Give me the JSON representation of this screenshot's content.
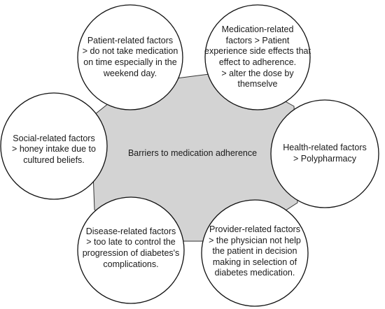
{
  "diagram": {
    "center": {
      "text": "Barriers to medication adherence"
    },
    "factors": [
      {
        "id": "patient",
        "lines": [
          "Patient-related factors",
          "> do not take medication",
          "on time especially in the",
          "weekend day."
        ]
      },
      {
        "id": "medication",
        "lines": [
          "Medication-related",
          "factors > Patient",
          "experience side effects that",
          "effect to adherence.",
          "> alter the dose by",
          "themselve"
        ]
      },
      {
        "id": "health",
        "lines": [
          "Health-related factors",
          "> Polypharmacy"
        ]
      },
      {
        "id": "provider",
        "lines": [
          "Provider-related factors",
          "> the physician not help",
          "the patient in decision",
          "making in selection of",
          "diabetes medication."
        ]
      },
      {
        "id": "disease",
        "lines": [
          "Disease-related factors",
          "> too late to control the",
          "progression of diabetes's",
          "complications."
        ]
      },
      {
        "id": "social",
        "lines": [
          "Social-related factors",
          "> honey intake due to",
          "cultured beliefs."
        ]
      }
    ],
    "colors": {
      "center_fill": "#d3d3d3",
      "circle_fill": "#ffffff",
      "stroke": "#111111",
      "text": "#1a1a1a"
    }
  }
}
